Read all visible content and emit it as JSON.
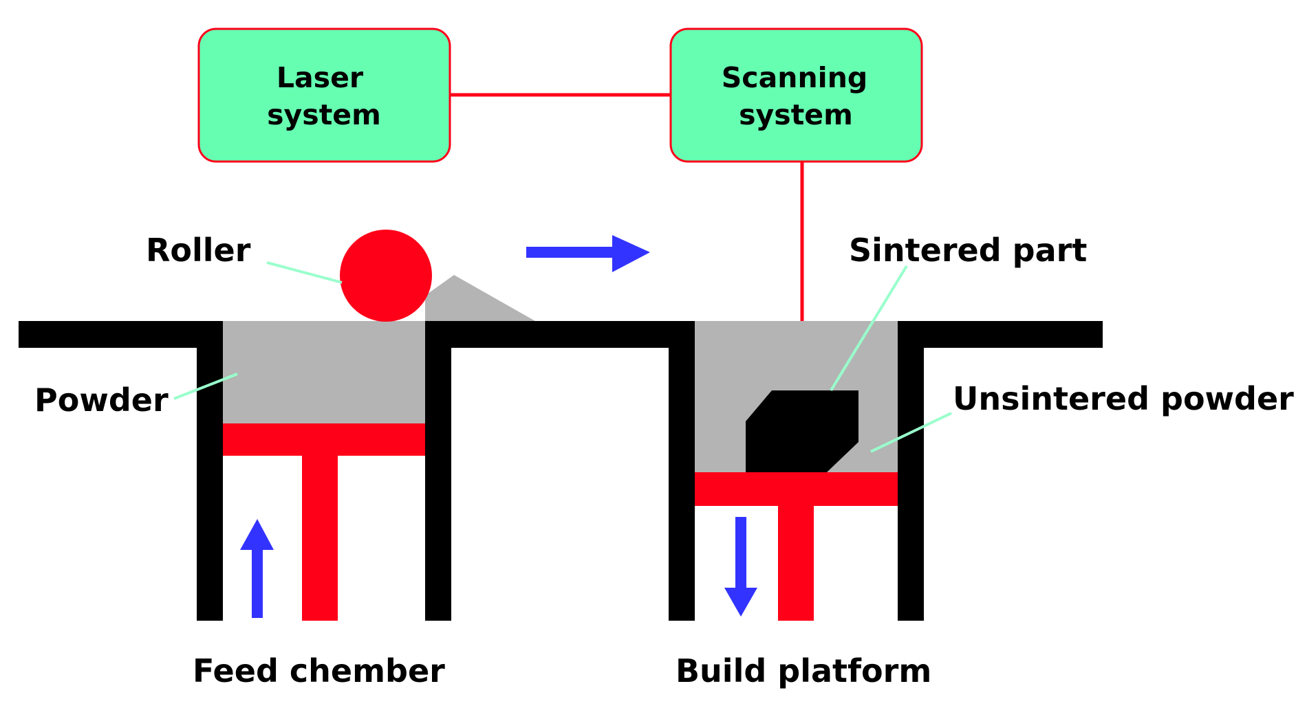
{
  "laser_box": {
    "line1": "Laser",
    "line2": "system"
  },
  "scanning_box": {
    "line1": "Scanning",
    "line2": "system"
  },
  "labels": {
    "roller": "Roller",
    "sintered_part": "Sintered part",
    "powder": "Powder",
    "unsintered_powder": "Unsintered powder",
    "feed_chamber": "Feed chember",
    "build_platform": "Build platform"
  },
  "colors": {
    "box_fill": "#66FFB2",
    "red": "#FF0019",
    "powder_gray": "#B4B4B4",
    "arrow_blue": "#3333FF",
    "leader_green": "#99FFCC",
    "wall_black": "#000000"
  }
}
